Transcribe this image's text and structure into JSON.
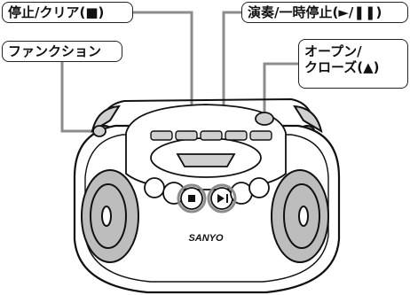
{
  "callouts": {
    "stop": "停止/クリア(■)",
    "play_pause": "演奏/一時停止(►/❚❚)",
    "function": "ファンクション",
    "open_close_line1": "オープン/",
    "open_close_line2": "クローズ(▲)"
  },
  "brand": "SANYO",
  "colors": {
    "leader_line": "#8c8c8c",
    "highlight": "#d0d0d0",
    "body_outline": "#111111",
    "speaker_fill": "#bdbdbd"
  }
}
